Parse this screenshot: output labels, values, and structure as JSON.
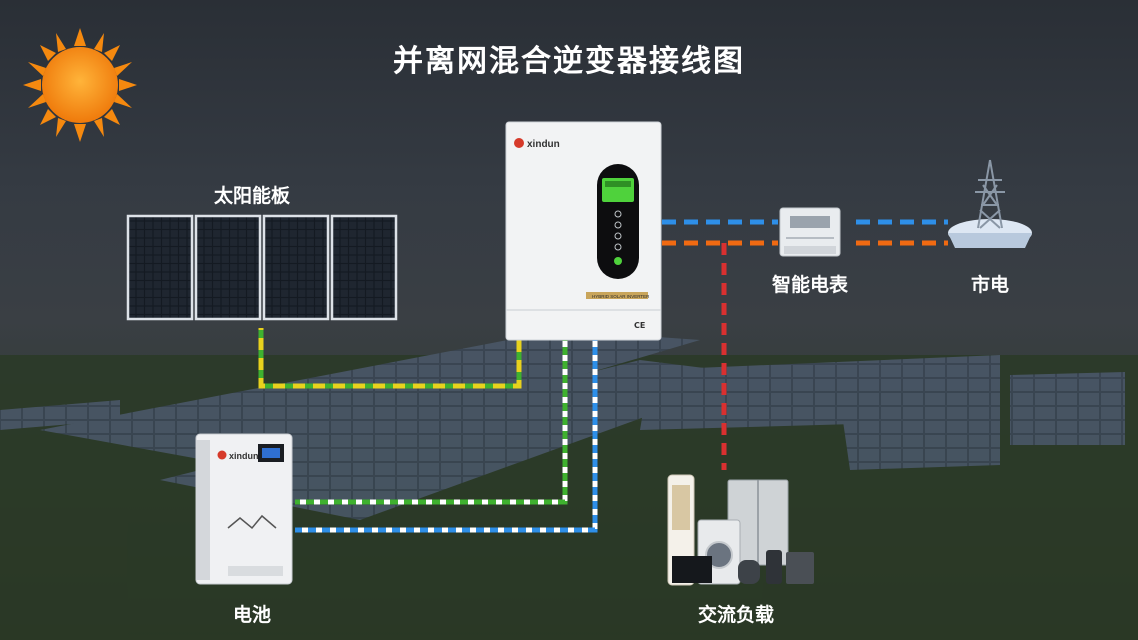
{
  "title": "并离网混合逆变器接线图",
  "labels": {
    "solar_panels": "太阳能板",
    "smart_meter": "智能电表",
    "grid": "市电",
    "battery": "电池",
    "ac_load": "交流负载"
  },
  "brand": {
    "inverter_logo": "xindun",
    "inverter_model": "HYBRID SOLAR INVERTER",
    "battery_logo": "xindun"
  },
  "colors": {
    "pv_green": "#3fb12f",
    "pv_yellow": "#e8d21d",
    "battery_white": "#ffffff",
    "battery_green": "#3fb12f",
    "battery_blue": "#2e8fe8",
    "grid_blue": "#2e8fe8",
    "grid_orange": "#f06a12",
    "load_red": "#d93030",
    "sun": "#f5890f"
  }
}
